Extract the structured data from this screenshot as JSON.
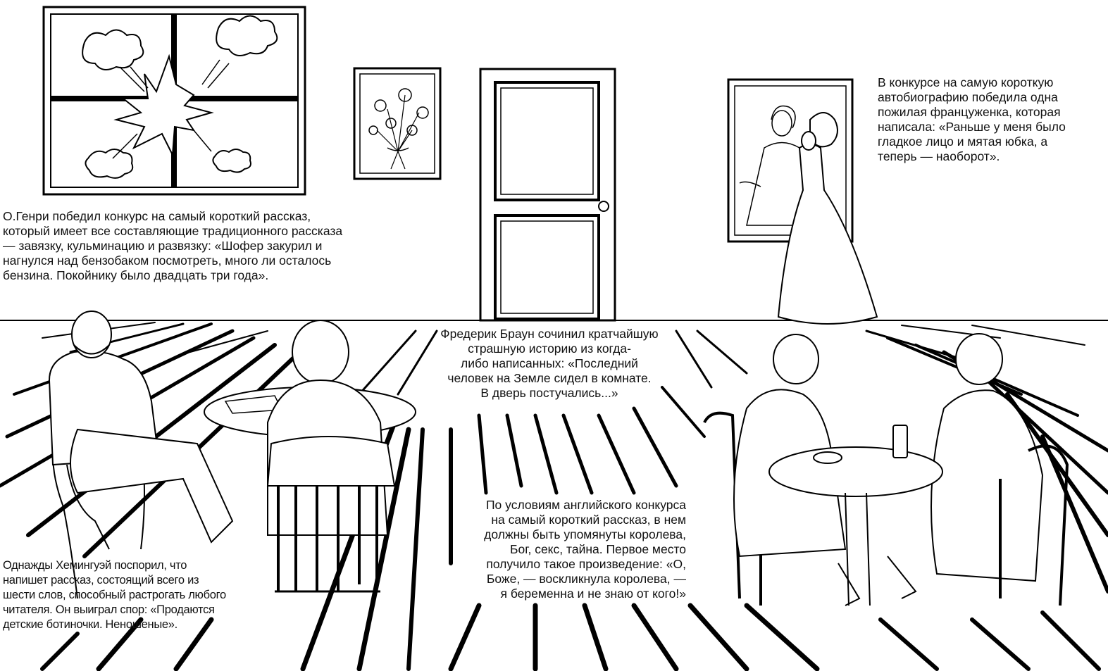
{
  "stories": {
    "ohenry": {
      "lines": [
        "О.Генри победил конкурс на самый короткий рассказ,",
        "который имеет все составляющие традиционного рассказа",
        "— завязку, кульминацию и развязку: «Шофер закурил и",
        "нагнулся над бензобаком посмотреть, много ли осталось",
        "бензина. Покойнику было двадцать три года»."
      ]
    },
    "autobiography": {
      "lines": [
        "В конкурсе на самую короткую",
        "автобиографию победила одна",
        "пожилая француженка, которая",
        "написала: «Раньше у меня было",
        "гладкое лицо и мятая юбка, а",
        "теперь — наоборот»."
      ]
    },
    "brown": {
      "lines": [
        "Фредерик Браун сочинил кратчайшую",
        "страшную историю из когда-",
        "либо написанных: «Последний",
        "человек на Земле сидел в комнате.",
        "В дверь постучались...»"
      ]
    },
    "hemingway": {
      "lines": [
        "Однажды Хемингуэй поспорил, что",
        "напишет рассказ, состоящий всего из",
        "шести слов, способный растрогать любого",
        "читателя. Он выиграл спор: «Продаются",
        "детские ботиночки. Неношеные»."
      ]
    },
    "queen": {
      "lines": [
        "По условиям английского конкурса",
        "на самый короткий рассказ, в нем",
        "должны быть упомянуты королева,",
        "Бог, секс, тайна. Первое место",
        "получило такое произведение: «О,",
        "Боже, — воскликнула королева, —",
        "я беременна и не знаю от кого!»"
      ]
    }
  },
  "illustration": {
    "line_color": "#000000",
    "background": "#ffffff",
    "objects": [
      "window-with-explosion",
      "flower-painting",
      "door",
      "lady-portrait",
      "standing-lady-in-gown",
      "man-in-suit-seated",
      "man-from-behind-seated",
      "two-women-at-table",
      "cafe-tables",
      "wooden-chairs",
      "floorboards"
    ]
  }
}
